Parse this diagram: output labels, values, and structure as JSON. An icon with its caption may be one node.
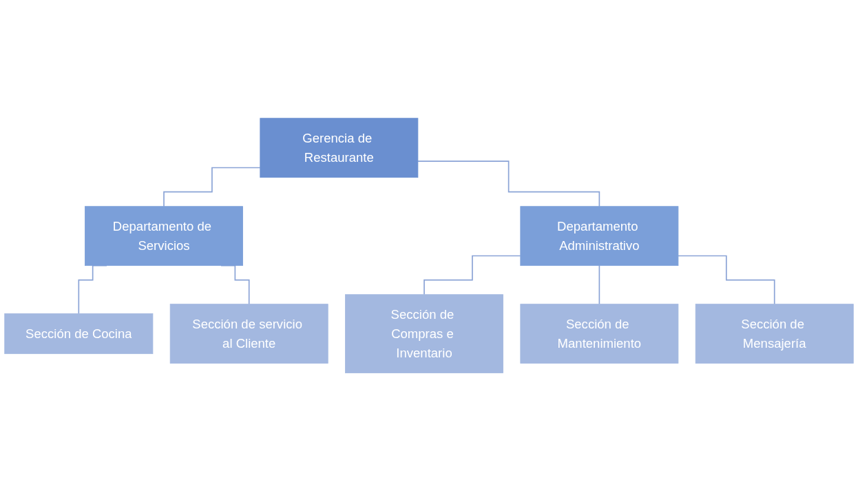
{
  "diagram": {
    "nodes": [
      {
        "text": [
          "Gerencia de Restaurante"
        ]
      },
      {
        "text": [
          "Departamento de Servicios"
        ]
      },
      {
        "text": [
          "Departamento Administrativo"
        ]
      },
      {
        "text": [
          "Sección de Cocina"
        ]
      },
      {
        "text": [
          "Sección de servicio al Cliente"
        ]
      },
      {
        "text": [
          "Sección de Compras e Inventario"
        ]
      },
      {
        "text": [
          "Sección de Mantenimiento"
        ]
      },
      {
        "text": [
          "Sección de Mensajería"
        ]
      }
    ],
    "edges": [
      {
        "from": 0,
        "to": 1,
        "arrow": "none"
      },
      {
        "from": 0,
        "to": 2,
        "arrow": "none"
      },
      {
        "from": 1,
        "to": 3,
        "arrow": "none"
      },
      {
        "from": 1,
        "to": 4,
        "arrow": "none"
      },
      {
        "from": 2,
        "to": 5,
        "arrow": "none"
      },
      {
        "from": 2,
        "to": 6,
        "arrow": "none"
      },
      {
        "from": 2,
        "to": 7,
        "arrow": "none"
      }
    ]
  }
}
